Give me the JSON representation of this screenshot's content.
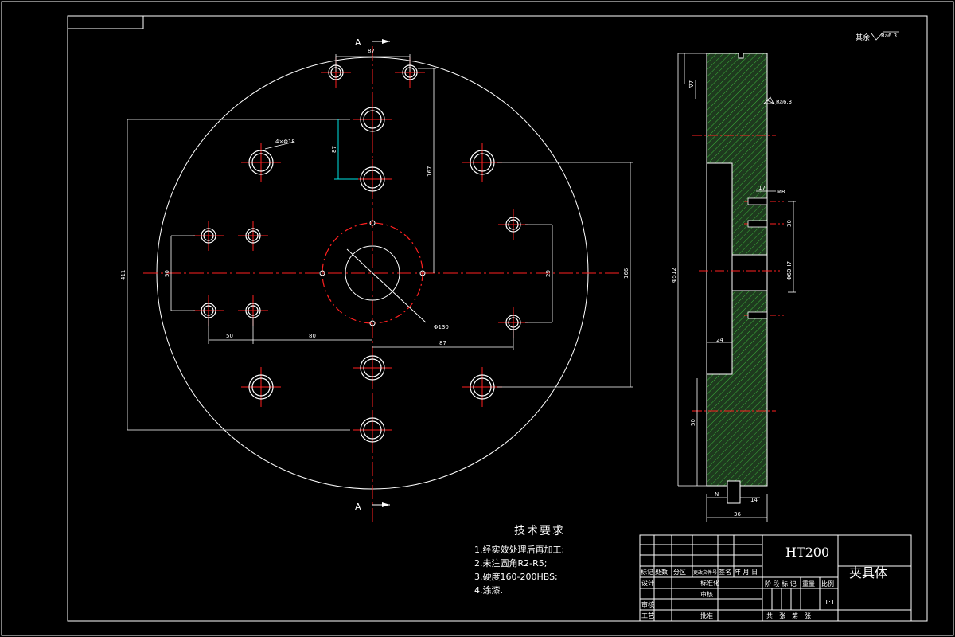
{
  "drawing": {
    "section_letter_top": "A",
    "section_letter_bottom": "A",
    "finish_note": "其余",
    "finish_roughness": "Ra6.3",
    "surface_mark": "Ra6.3",
    "dims_plan": {
      "top_span": "87",
      "upper_vertical": "87",
      "hole_callout": "4×Φ18",
      "right_tall": "167",
      "far_left": "411",
      "left_inner": "50",
      "bottom_left": "50",
      "bottom_mid": "80",
      "bottom_right": "87",
      "right_inner": "29",
      "right_outer": "166",
      "bolt_circle": "Φ130"
    },
    "dims_section": {
      "overall_height": "Φ512",
      "m_thread": "M8",
      "dim_17": "17",
      "dim_30": "30",
      "bore": "Φ60H7",
      "dim_24": "24",
      "dim_50": "50",
      "dim_n": "N",
      "dim_14": "14",
      "dim_36": "36",
      "dim_7": "∇7"
    }
  },
  "tech_requirements": {
    "title": "技术要求",
    "items": [
      "1.经实效处理后再加工;",
      "2.未注圆角R2-R5;",
      "3.硬度160-200HBS;",
      "4.涂漆."
    ]
  },
  "title_block": {
    "material": "HT200",
    "part_name": "夹具体",
    "row_labels": [
      "标记",
      "处数",
      "分区",
      "更改文件号",
      "签名",
      "年 月 日"
    ],
    "design": "设计",
    "standardize": "标准化",
    "review": "审核",
    "craft": "工艺",
    "approve": "批准",
    "audit": "审核",
    "stage_label": "阶 段 标 记",
    "weight": "重量",
    "scale_label": "比例",
    "scale_value": "1:1",
    "sheets": "共　张　第　张"
  },
  "colors": {
    "background": "#000000",
    "lines": "#ffffff",
    "centerlines": "#ff0000",
    "dimensions": "#00ffff",
    "hatch": "#00ff00",
    "section_fill": "#1f3b1f"
  }
}
